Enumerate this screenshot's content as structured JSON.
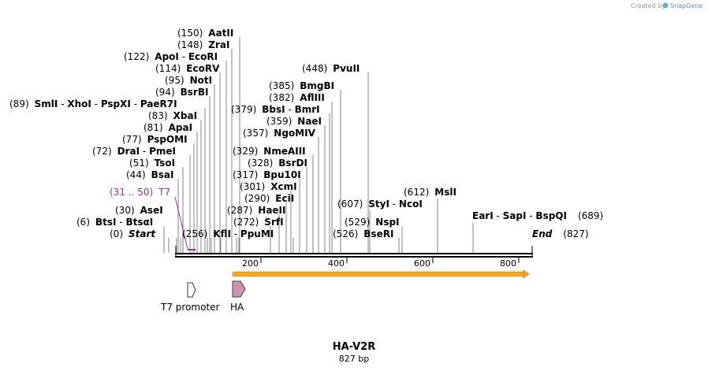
{
  "watermark": "Created by",
  "watermark_brand": "SnapGene",
  "sequence": {
    "name": "HA-V2R",
    "length_label": "827 bp",
    "length": 827
  },
  "ruler_ticks": [
    "200",
    "400",
    "600",
    "800"
  ],
  "ends": {
    "start": "Start",
    "start_pos": "(0)",
    "end": "End",
    "end_pos": "(827)"
  },
  "sites": [
    {
      "pos": "(150)",
      "names": [
        "AatII"
      ]
    },
    {
      "pos": "(148)",
      "names": [
        "ZraI"
      ]
    },
    {
      "pos": "(122)",
      "names": [
        "ApoI",
        "EcoRI"
      ]
    },
    {
      "pos": "(114)",
      "names": [
        "EcoRV"
      ]
    },
    {
      "pos": "(95)",
      "names": [
        "NotI"
      ]
    },
    {
      "pos": "(94)",
      "names": [
        "BsrBI"
      ]
    },
    {
      "pos": "(89)",
      "names": [
        "SmlI",
        "XhoI",
        "PspXI",
        "PaeR7I"
      ]
    },
    {
      "pos": "(83)",
      "names": [
        "XbaI"
      ]
    },
    {
      "pos": "(81)",
      "names": [
        "ApaI"
      ]
    },
    {
      "pos": "(77)",
      "names": [
        "PspOMI"
      ]
    },
    {
      "pos": "(72)",
      "names": [
        "DraI",
        "PmeI"
      ]
    },
    {
      "pos": "(51)",
      "names": [
        "TsoI"
      ]
    },
    {
      "pos": "(44)",
      "names": [
        "BsaI"
      ]
    },
    {
      "pos": "(30)",
      "names": [
        "AseI"
      ]
    },
    {
      "pos": "(6)",
      "names": [
        "BtsI",
        "BtsαI"
      ]
    },
    {
      "pos": "(256)",
      "names": [
        "KflI",
        "PpuMI"
      ]
    },
    {
      "pos": "(448)",
      "names": [
        "PvuII"
      ]
    },
    {
      "pos": "(385)",
      "names": [
        "BmgBI"
      ]
    },
    {
      "pos": "(382)",
      "names": [
        "AflIII"
      ]
    },
    {
      "pos": "(379)",
      "names": [
        "BbsI",
        "BmrI"
      ]
    },
    {
      "pos": "(359)",
      "names": [
        "NaeI"
      ]
    },
    {
      "pos": "(357)",
      "names": [
        "NgoMIV"
      ]
    },
    {
      "pos": "(329)",
      "names": [
        "NmeAIII"
      ]
    },
    {
      "pos": "(328)",
      "names": [
        "BsrDI"
      ]
    },
    {
      "pos": "(317)",
      "names": [
        "Bpu10I"
      ]
    },
    {
      "pos": "(301)",
      "names": [
        "XcmI"
      ]
    },
    {
      "pos": "(290)",
      "names": [
        "EciI"
      ]
    },
    {
      "pos": "(287)",
      "names": [
        "HaeII"
      ]
    },
    {
      "pos": "(272)",
      "names": [
        "SrfI"
      ]
    },
    {
      "pos": "(607)",
      "names": [
        "StyI",
        "NcoI"
      ]
    },
    {
      "pos": "(612)",
      "names": [
        "MslI"
      ]
    },
    {
      "pos": "(529)",
      "names": [
        "NspI"
      ]
    },
    {
      "pos": "(526)",
      "names": [
        "BseRI"
      ]
    },
    {
      "pos": "(689)",
      "names": [
        "EarI",
        "SapI",
        "BspQI"
      ]
    }
  ],
  "primer": {
    "pos": "(31 .. 50)",
    "name": "T7",
    "color": "#993399"
  },
  "features": [
    {
      "name": "T7 promoter",
      "color": "#ffffff"
    },
    {
      "name": "HA",
      "color": "#c994b0"
    }
  ],
  "orf": {
    "color": "#f5a623"
  },
  "colors": {
    "backbone": "#000000",
    "leader": "#777777"
  }
}
